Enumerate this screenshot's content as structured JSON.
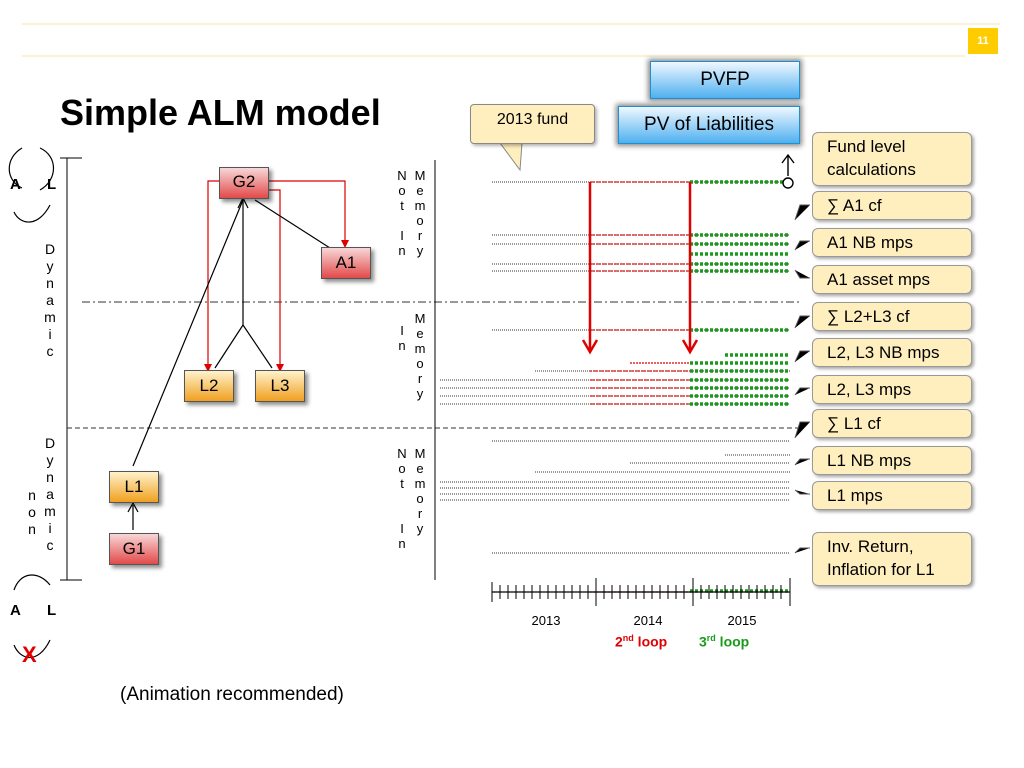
{
  "slide": {
    "title": "Simple ALM model",
    "page_number": "11",
    "footnote": "(Animation recommended)"
  },
  "boxes": {
    "g2": "G2",
    "a1": "A1",
    "l2": "L2",
    "l3": "L3",
    "l1": "L1",
    "g1": "G1",
    "pvfp": "PVFP",
    "pv_liabilities": "PV of Liabilities"
  },
  "callout": "2013 fund",
  "side": {
    "top_a": "A",
    "top_l": "L",
    "bottom_a": "A",
    "bottom_l": "L",
    "cross": "X",
    "dynamic_word": [
      "D",
      "y",
      "n",
      "a",
      "m",
      "i",
      "c"
    ],
    "non_word": [
      "n",
      "o",
      "n"
    ],
    "non_dynamic_word": [
      "D",
      "y",
      "n",
      "a",
      "m",
      "i",
      "c"
    ]
  },
  "memory_labels": {
    "not": [
      "N",
      "o",
      "t"
    ],
    "in": [
      "I",
      "n"
    ],
    "memory": [
      "M",
      "e",
      "m",
      "o",
      "r",
      "y"
    ]
  },
  "right_labels": [
    "Fund level calculations",
    "∑ A1 cf",
    "A1 NB mps",
    "A1 asset mps",
    "∑ L2+L3 cf",
    "L2, L3 NB mps",
    "L2, L3 mps",
    "∑ L1 cf",
    "L1 NB mps",
    "L1 mps",
    "Inv. Return, Inflation for L1"
  ],
  "timeline": {
    "years": [
      "2013",
      "2014",
      "2015"
    ],
    "loop2_pre": "2",
    "loop2_sup": "nd",
    "loop2_post": " loop",
    "loop3_pre": "3",
    "loop3_sup": "rd",
    "loop3_post": " loop"
  },
  "colors": {
    "red_loop": "#e00000",
    "green_loop": "#1a9a1a",
    "accent_yellow": "#ffcc00"
  }
}
